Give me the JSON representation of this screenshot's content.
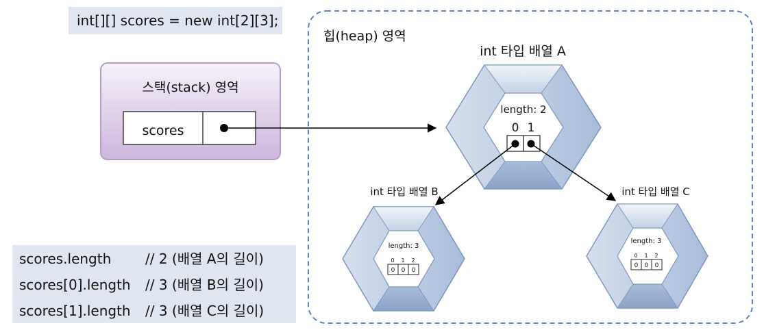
{
  "code_top": "int[][] scores = new int[2][3];",
  "stack": {
    "title": "스택(stack) 영역",
    "var_name": "scores"
  },
  "heap": {
    "title": "힙(heap) 영역"
  },
  "arrays": {
    "A": {
      "title": "int 타입 배열 A",
      "length_label": "length: 2",
      "indexes": [
        "0",
        "1"
      ]
    },
    "B": {
      "title": "int 타입 배열 B",
      "length_label": "length: 3",
      "indexes": [
        "0",
        "1",
        "2"
      ],
      "values": [
        "0",
        "0",
        "0"
      ]
    },
    "C": {
      "title": "int 타입 배열 C",
      "length_label": "length: 3",
      "indexes": [
        "0",
        "1",
        "2"
      ],
      "values": [
        "0",
        "0",
        "0"
      ]
    }
  },
  "code_bottom": [
    {
      "code": "scores.length",
      "comment": "// 2 (배열 A의 길이)"
    },
    {
      "code": "scores[0].length",
      "comment": "// 3 (배열 B의 길이)"
    },
    {
      "code": "scores[1].length",
      "comment": "// 3 (배열 C의 길이)"
    }
  ],
  "colors": {
    "hex_light": "#e4ebf5",
    "hex_mid": "#b7c9e2",
    "hex_dark": "#8fa7cc",
    "stack_purple": "#d9c9e6",
    "heap_border": "#4f7ac4"
  }
}
